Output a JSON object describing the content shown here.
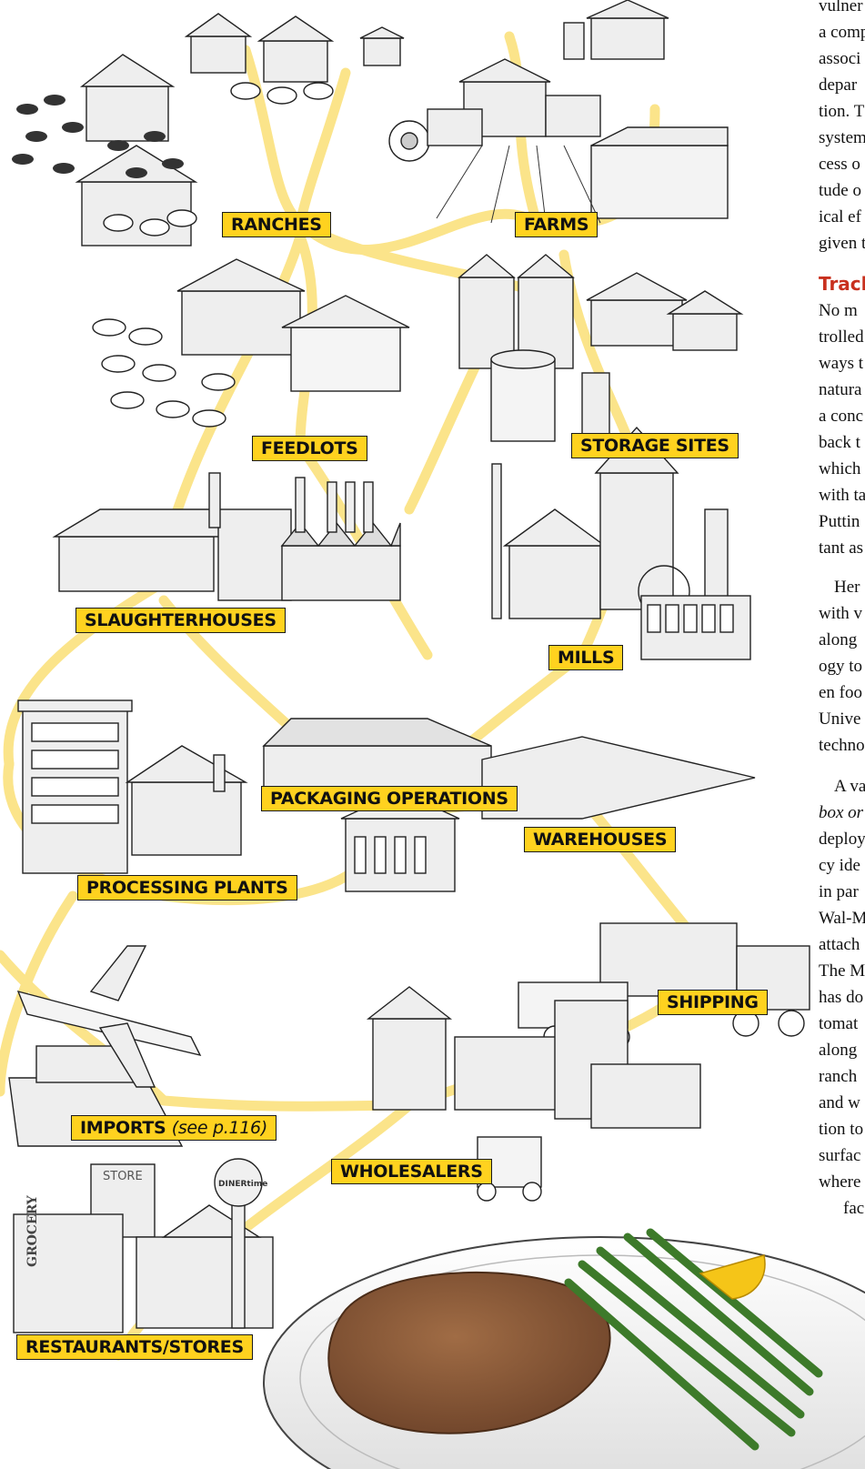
{
  "labels": {
    "ranches": "RANCHES",
    "farms": "FARMS",
    "feedlots": "FEEDLOTS",
    "storage_sites": "STORAGE SITES",
    "slaughterhouses": "SLAUGHTERHOUSES",
    "mills": "MILLS",
    "packaging_operations": "PACKAGING OPERATIONS",
    "warehouses": "WAREHOUSES",
    "processing_plants": "PROCESSING PLANTS",
    "shipping": "SHIPPING",
    "imports": "IMPORTS",
    "imports_note": "(see p.116)",
    "wholesalers": "WHOLESALERS",
    "restaurants_stores": "RESTAURANTS/STORES"
  },
  "signs": {
    "store": "STORE",
    "grocery": "GROCERY",
    "diner": "DINERtime"
  },
  "column": {
    "heading": "Track",
    "lines": [
      {
        "text": "vulner",
        "style": ""
      },
      {
        "text": "a comp",
        "style": ""
      },
      {
        "text": "associ",
        "style": ""
      },
      {
        "text": "depar",
        "style": ""
      },
      {
        "text": "tion. T",
        "style": ""
      },
      {
        "text": "system",
        "style": ""
      },
      {
        "text": "cess o",
        "style": ""
      },
      {
        "text": "tude o",
        "style": ""
      },
      {
        "text": "ical ef",
        "style": ""
      },
      {
        "text": "given t",
        "style": ""
      },
      {
        "text": "No m",
        "style": ""
      },
      {
        "text": "trolled",
        "style": ""
      },
      {
        "text": "ways t",
        "style": ""
      },
      {
        "text": "natura",
        "style": ""
      },
      {
        "text": "a conc",
        "style": ""
      },
      {
        "text": "back t",
        "style": ""
      },
      {
        "text": "which",
        "style": ""
      },
      {
        "text": "with ta",
        "style": ""
      },
      {
        "text": "Puttin",
        "style": ""
      },
      {
        "text": "tant as",
        "style": ""
      },
      {
        "text": "Her",
        "style": "indent"
      },
      {
        "text": "with v",
        "style": ""
      },
      {
        "text": "along",
        "style": ""
      },
      {
        "text": "ogy to",
        "style": ""
      },
      {
        "text": "en foo",
        "style": ""
      },
      {
        "text": "Unive",
        "style": ""
      },
      {
        "text": "techno",
        "style": ""
      },
      {
        "text": "A va",
        "style": "indent"
      },
      {
        "text": "box or",
        "style": "italic"
      },
      {
        "text": "deploy",
        "style": ""
      },
      {
        "text": "cy ide",
        "style": ""
      },
      {
        "text": "in par",
        "style": ""
      },
      {
        "text": "Wal-M",
        "style": ""
      },
      {
        "text": "attach",
        "style": ""
      },
      {
        "text": "The M",
        "style": ""
      },
      {
        "text": "has do",
        "style": ""
      },
      {
        "text": "tomat",
        "style": ""
      },
      {
        "text": "along",
        "style": ""
      },
      {
        "text": "ranch",
        "style": ""
      },
      {
        "text": "and w",
        "style": ""
      },
      {
        "text": "tion to",
        "style": ""
      },
      {
        "text": "surfac",
        "style": ""
      },
      {
        "text": "where",
        "style": ""
      },
      {
        "text": "fac",
        "style": "indent2"
      }
    ]
  },
  "colors": {
    "label_fill": "#ffd21f",
    "path": "#fbe48a",
    "heading": "#c8301e",
    "building": "#ececec",
    "steak": "#8a5a3a",
    "asparagus": "#6aa84f",
    "lemon": "#f5c518"
  }
}
